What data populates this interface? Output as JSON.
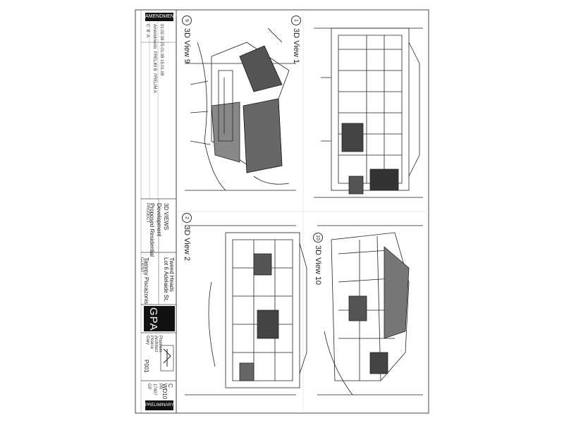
{
  "sheet": {
    "amendment_label": "AMENDMENT",
    "preliminary_label": "PRELIMINARY",
    "brand": "GPA",
    "project_label": "PROJECT",
    "project": [
      "Proposed Residential",
      "Development"
    ],
    "client_label": "CLIENT",
    "client": "Tammy Piscazonis",
    "address": [
      "Lot 6 Adelaide St,",
      "Tweed Heads"
    ],
    "drawing_title": "3D VIEWS",
    "firm_name": [
      "Gary",
      "Pearce",
      "Architect",
      "Planners"
    ],
    "codes": [
      "GP",
      "17407",
      "PR"
    ],
    "drawing_number": "P001",
    "sheet_code": "WD10",
    "revision": "C",
    "amend_revs": [
      "C",
      "B",
      "A"
    ],
    "amend_notes": [
      "Amendments",
      "PRELIM B",
      "PRELIM A"
    ],
    "amend_dates": [
      "01.02.08",
      "25.01.08",
      "15.01.08"
    ]
  },
  "views": [
    {
      "name": "view1",
      "title": "3D View 1",
      "num": "1"
    },
    {
      "name": "view9",
      "title": "3D View 9",
      "num": "9"
    },
    {
      "name": "view2",
      "title": "3D View 2",
      "num": "2"
    },
    {
      "name": "view10",
      "title": "3D View 10",
      "num": "10"
    }
  ]
}
